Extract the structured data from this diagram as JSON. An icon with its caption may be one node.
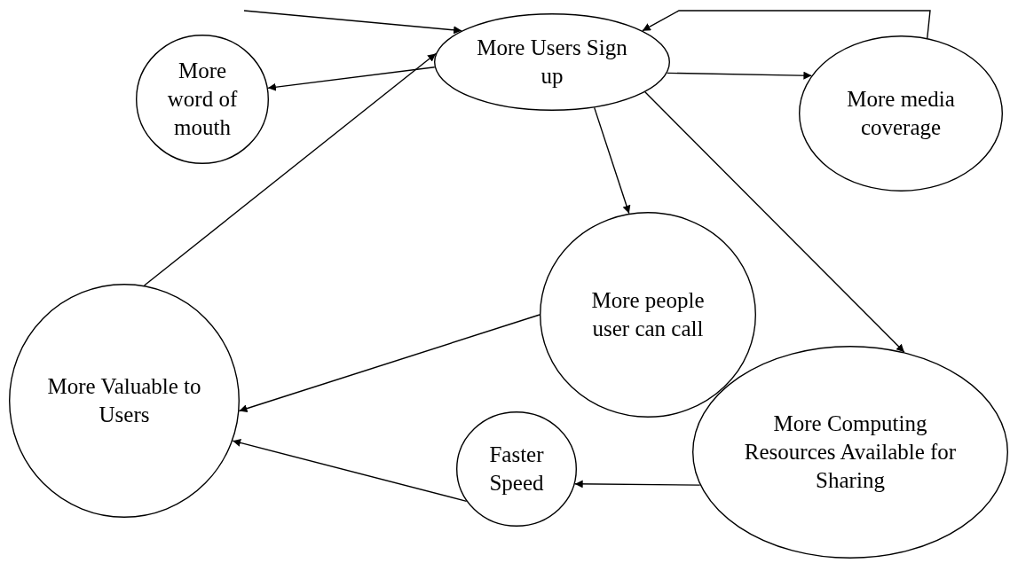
{
  "diagram": {
    "nodes": [
      {
        "text": [
          "More Users Sign up"
        ]
      },
      {
        "text": [
          "More word of mouth"
        ]
      },
      {
        "text": [
          "More media coverage"
        ]
      },
      {
        "text": [
          "More people user can call"
        ]
      },
      {
        "text": [
          "More Valuable to Users"
        ]
      },
      {
        "text": [
          "Faster Speed"
        ]
      },
      {
        "text": [
          "More Computing Resources Available for Sharing"
        ]
      }
    ],
    "edges": [
      {
        "from": null,
        "to": 0,
        "arrow": "to"
      },
      {
        "from": 0,
        "to": 1,
        "arrow": "to"
      },
      {
        "from": 2,
        "to": 0,
        "arrow": "to"
      },
      {
        "from": 0,
        "to": 2,
        "arrow": "to"
      },
      {
        "from": 0,
        "to": 3,
        "arrow": "to"
      },
      {
        "from": 0,
        "to": 6,
        "arrow": "to"
      },
      {
        "from": 4,
        "to": 0,
        "arrow": "to"
      },
      {
        "from": 3,
        "to": 4,
        "arrow": "to"
      },
      {
        "from": 5,
        "to": 4,
        "arrow": "to"
      },
      {
        "from": 6,
        "to": 5,
        "arrow": "to"
      }
    ]
  }
}
